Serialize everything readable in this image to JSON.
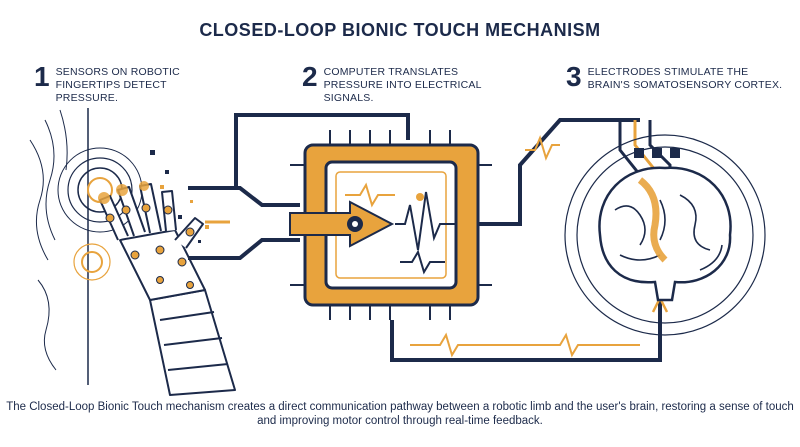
{
  "title": "CLOSED-LOOP BIONIC TOUCH MECHANISM",
  "steps": [
    {
      "number": "1",
      "text": "SENSORS ON ROBOTIC FINGERTIPS DETECT PRESSURE."
    },
    {
      "number": "2",
      "text": "COMPUTER TRANSLATES PRESSURE INTO ELECTRICAL SIGNALS."
    },
    {
      "number": "3",
      "text": "ELECTRODES STIMULATE THE BRAIN'S SOMATOSENSORY CORTEX."
    }
  ],
  "caption": "The Closed-Loop Bionic Touch mechanism creates a direct communication pathway between a robotic limb and the user's brain, restoring a sense of touch and improving motor control through real-time feedback.",
  "colors": {
    "navy": "#1c2a4a",
    "gold": "#e8a33d",
    "white": "#ffffff"
  },
  "icons": [
    "robotic-hand-icon",
    "processor-chip-icon",
    "gear-icon",
    "brain-icon",
    "signal-wave-icon"
  ]
}
